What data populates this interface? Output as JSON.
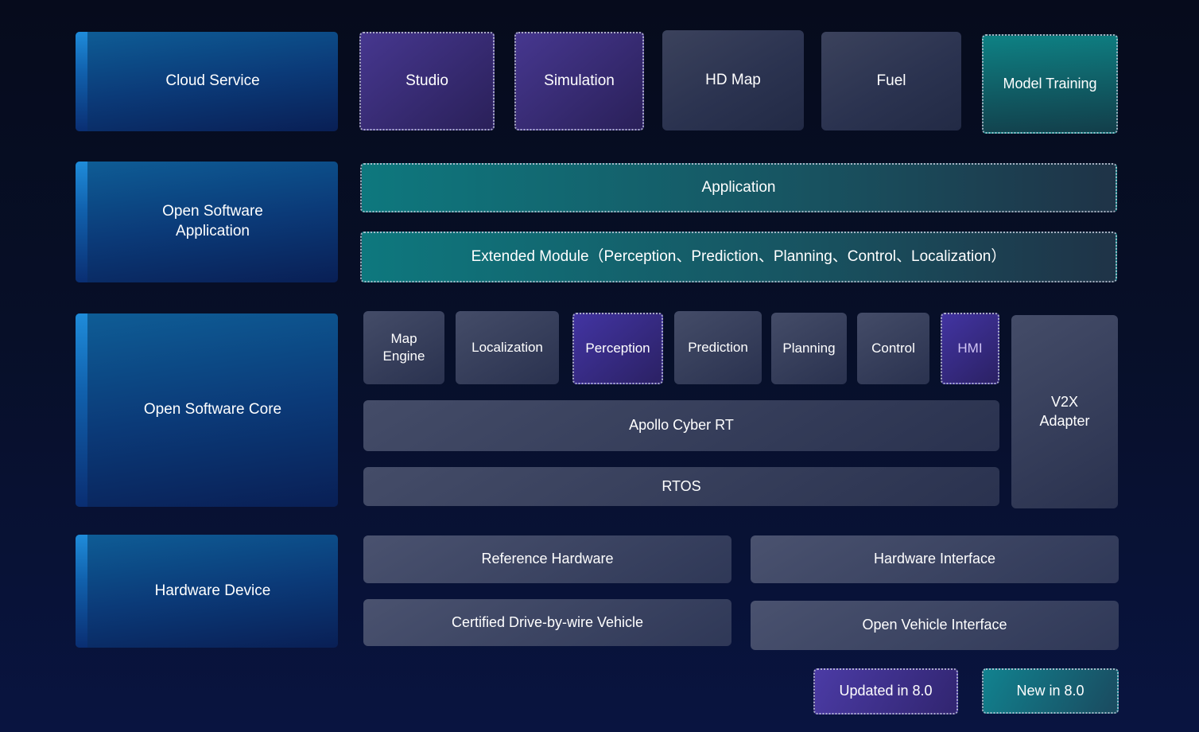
{
  "colors": {
    "background_top": "#060b1c",
    "background_bottom": "#091440",
    "blue_panel": "#0b3a78",
    "blue_panel_stripe": "#1f8cda",
    "slate_box": "#3b425c",
    "purple_updated": "#46378f",
    "teal_new": "#0e8184",
    "dotted_border": "#c8cdde",
    "text": "#ffffff",
    "hmi_text": "#d0c4f4"
  },
  "cloud_row": {
    "label": "Cloud Service",
    "studio": "Studio",
    "simulation": "Simulation",
    "hd_map": "HD Map",
    "fuel": "Fuel",
    "model_training": "Model Training"
  },
  "application_row": {
    "label": "Open Software Application",
    "application": "Application",
    "extended_module": "Extended Module（Perception、Prediction、Planning、Control、Localization）"
  },
  "core_row": {
    "label": "Open Software Core",
    "map_engine": "Map Engine",
    "localization": "Localization",
    "perception": "Perception",
    "prediction": "Prediction",
    "planning": "Planning",
    "control": "Control",
    "hmi": "HMI",
    "v2x_adapter": "V2X Adapter",
    "apollo_cyber_rt": "Apollo Cyber RT",
    "rtos": "RTOS"
  },
  "hardware_row": {
    "label": "Hardware Device",
    "reference_hardware": "Reference Hardware",
    "hardware_interface": "Hardware Interface",
    "certified_vehicle": "Certified Drive-by-wire Vehicle",
    "open_vehicle_interface": "Open Vehicle Interface"
  },
  "legend": {
    "updated": "Updated in 8.0",
    "new": "New in 8.0"
  }
}
